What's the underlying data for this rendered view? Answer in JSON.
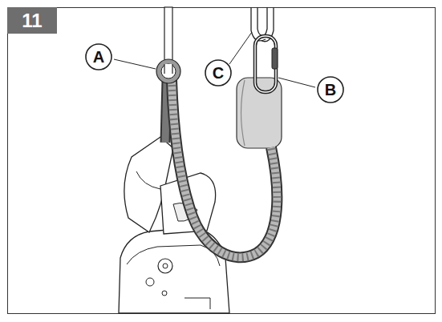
{
  "diagram": {
    "nodes": [
      {
        "text": [
          "11"
        ]
      },
      {
        "text": [
          "A"
        ]
      },
      {
        "text": [
          "C"
        ]
      },
      {
        "text": [
          "B"
        ]
      }
    ]
  }
}
